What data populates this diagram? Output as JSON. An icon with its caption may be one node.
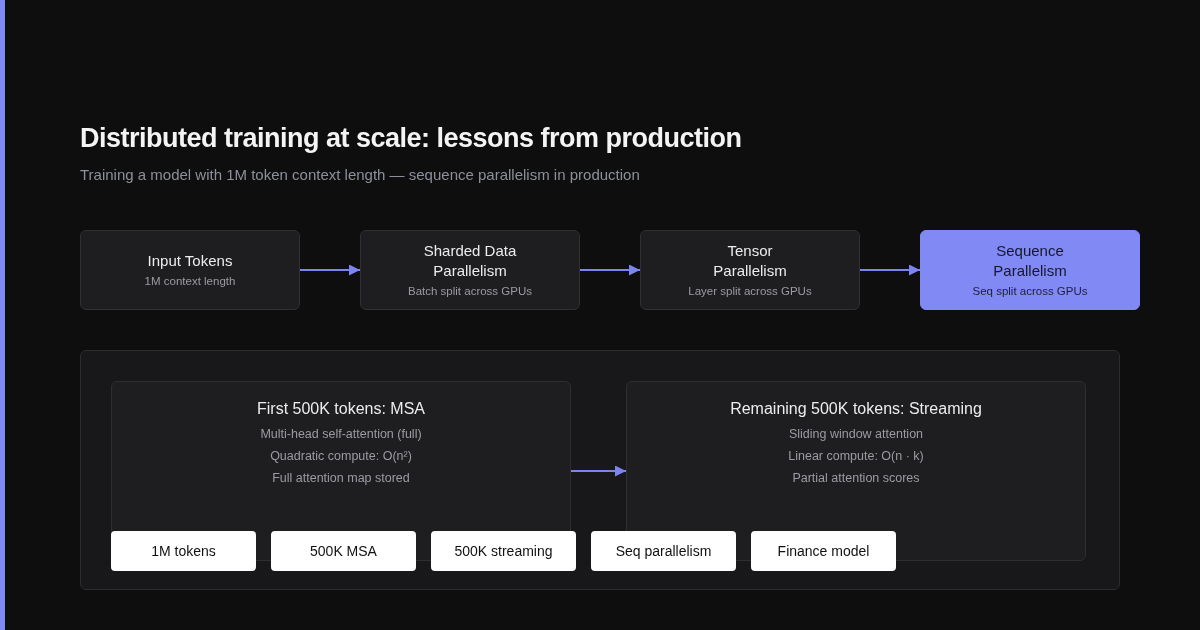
{
  "diagram": {
    "title": "Distributed training at scale: lessons from production",
    "nodes": [
      {
        "text": [
          "Input Tokens",
          "1M context length"
        ]
      },
      {
        "text": [
          "Sharded Data Parallelism",
          "Batch split across GPUs"
        ]
      },
      {
        "text": [
          "Tensor Parallelism",
          "Layer split across GPUs"
        ]
      },
      {
        "text": [
          "Sequence Parallelism",
          "Seq split across GPUs"
        ]
      },
      {
        "text": [],
        "shape": "box"
      },
      {
        "text": [
          "First 500K tokens: MSA",
          "Multi-head self-attention (full)",
          "Quadratic compute: O(n²)",
          "Full attention map stored"
        ],
        "in": 4
      },
      {
        "text": [
          "Remaining 500K tokens: Streaming",
          "Sliding window attention",
          "Linear compute: O(n · k)",
          "Partial attention scores"
        ],
        "in": 4
      },
      {
        "text": [
          "1M tokens"
        ],
        "in": 4
      },
      {
        "text": [
          "500K MSA"
        ],
        "in": 4
      },
      {
        "text": [
          "500K streaming"
        ],
        "in": 4
      },
      {
        "text": [
          "Seq parallelism"
        ],
        "in": 4
      },
      {
        "text": [
          "Finance model"
        ],
        "in": 4
      }
    ],
    "edges": [
      {
        "from": 0,
        "to": 1,
        "arrow": "to"
      },
      {
        "from": 1,
        "to": 2,
        "arrow": "to"
      },
      {
        "from": 2,
        "to": 3,
        "arrow": "to"
      },
      {
        "from": 5,
        "to": 6,
        "arrow": "to"
      }
    ],
    "labels": [
      "Training a model with 1M token context length — sequence parallelism in production"
    ]
  }
}
